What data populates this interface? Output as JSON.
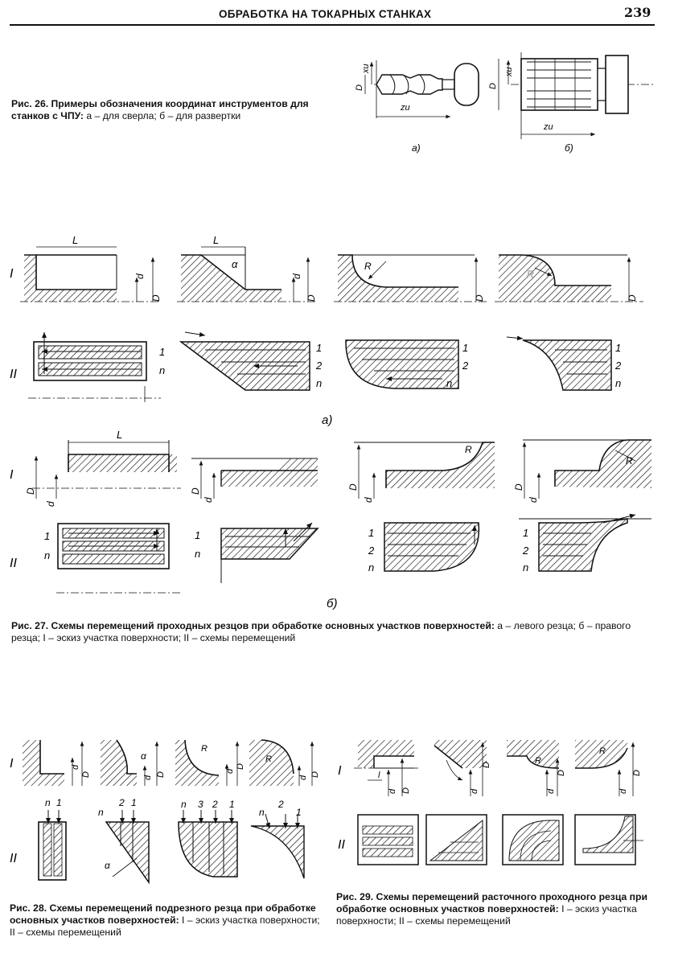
{
  "header": {
    "title": "ОБРАБОТКА НА ТОКАРНЫХ СТАНКАХ",
    "page": "239"
  },
  "fig26": {
    "caption_label": "Рис. 26.",
    "caption_bold": "Примеры обозначения координат инструментов для станков с ЧПУ:",
    "caption_rest": " а – для сверла; б – для развертки",
    "sub_a": "а)",
    "sub_b": "б)",
    "lbl_xu": "xи",
    "lbl_zu": "zи",
    "lbl_D": "D"
  },
  "fig27": {
    "caption_label": "Рис. 27.",
    "caption_bold": "Схемы перемещений проходных резцов при обработке основных участков поверхностей:",
    "caption_rest": " а – левого резца; б – правого резца; I – эскиз участка поверхности; II – схемы перемещений",
    "sub_a": "а)",
    "sub_b": "б)",
    "row_I": "I",
    "row_II": "II",
    "lbl_L": "L",
    "lbl_d": "d",
    "lbl_D": "D",
    "lbl_R": "R",
    "lbl_alpha": "α",
    "lbl_1": "1",
    "lbl_2": "2",
    "lbl_n": "n"
  },
  "fig28": {
    "caption_label": "Рис. 28.",
    "caption_bold": "Схемы перемещений подрезного резца при обработке основных участков поверхностей:",
    "caption_rest": " I – эскиз участка поверхности; II – схемы перемещений",
    "lbl_3": "3"
  },
  "fig29": {
    "caption_label": "Рис. 29.",
    "caption_bold": "Схемы перемещений расточного проходного резца при обработке основных участков поверхностей:",
    "caption_rest": " I – эскиз участка поверхности; II – схемы перемещений",
    "lbl_l": "l"
  }
}
